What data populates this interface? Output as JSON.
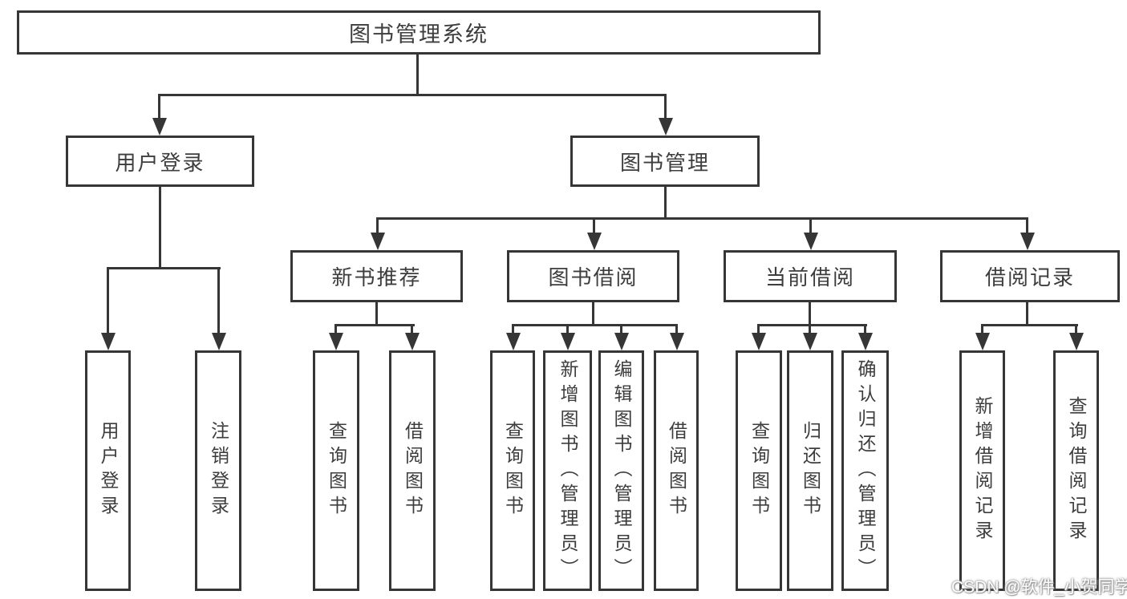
{
  "root": {
    "label": "图书管理系统"
  },
  "branches": {
    "user_login": {
      "label": "用户登录",
      "children": [
        "用户登录",
        "注销登录"
      ]
    },
    "book_management": {
      "label": "图书管理",
      "sections": {
        "new_book_recommend": {
          "label": "新书推荐",
          "children": [
            "查询图书",
            "借阅图书"
          ]
        },
        "book_borrow": {
          "label": "图书借阅",
          "children": [
            "查询图书",
            "新增图书（管理员）",
            "编辑图书（管理员）",
            "借阅图书"
          ]
        },
        "current_borrow": {
          "label": "当前借阅",
          "children": [
            "查询图书",
            "归还图书",
            "确认归还（管理员）"
          ]
        },
        "borrow_record": {
          "label": "借阅记录",
          "children": [
            "新增借阅记录",
            "查询借阅记录"
          ]
        }
      }
    }
  },
  "watermark": "CSDN @软件_小贺同学",
  "colors": {
    "line": "#363636",
    "text": "#3d3d3d",
    "background": "#ffffff",
    "watermark_text": "#ffffff"
  }
}
